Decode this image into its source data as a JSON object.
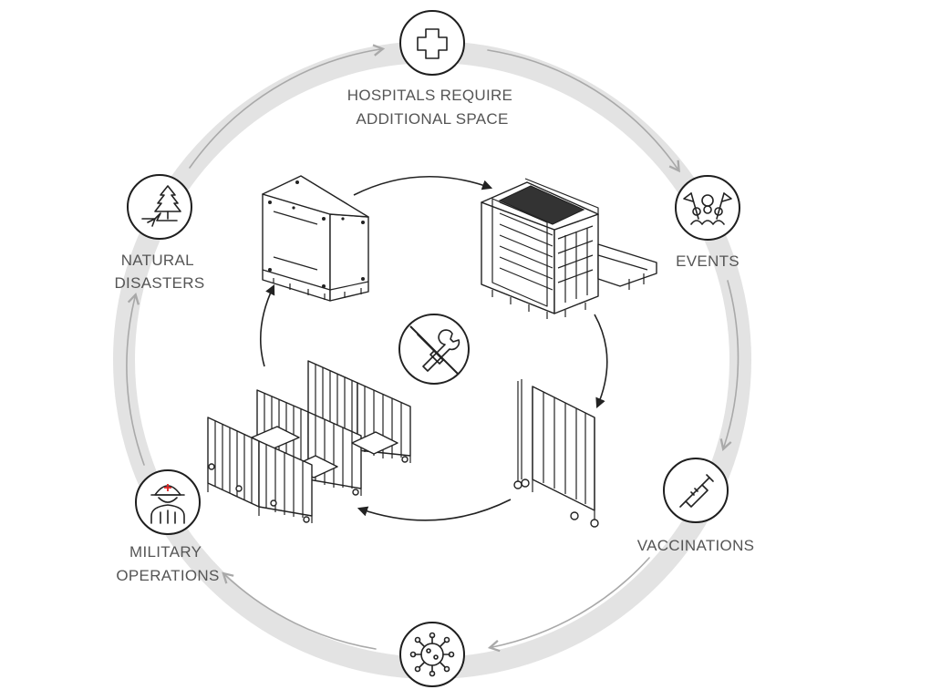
{
  "nodes": [
    {
      "id": "hospitals",
      "icon": "medical-cross-icon",
      "lines": [
        "HOSPITALS REQUIRE",
        "ADDITIONAL SPACE"
      ]
    },
    {
      "id": "events",
      "icon": "event-flags-icon",
      "lines": [
        "EVENTS"
      ]
    },
    {
      "id": "vaccinations",
      "icon": "syringe-icon",
      "lines": [
        "VACCINATIONS"
      ]
    },
    {
      "id": "pandemics",
      "icon": "virus-icon",
      "lines": []
    },
    {
      "id": "military",
      "icon": "soldier-icon",
      "lines": [
        "MILITARY",
        "OPERATIONS"
      ]
    },
    {
      "id": "disasters",
      "icon": "natural-disaster-icon",
      "lines": [
        "NATURAL",
        "DISASTERS"
      ]
    }
  ],
  "center": {
    "icon": "no-tools-icon"
  },
  "colors": {
    "ring": "#e3e3e3",
    "ring_arrow": "#a9a9a9",
    "stroke": "#222222",
    "label": "#555555"
  }
}
